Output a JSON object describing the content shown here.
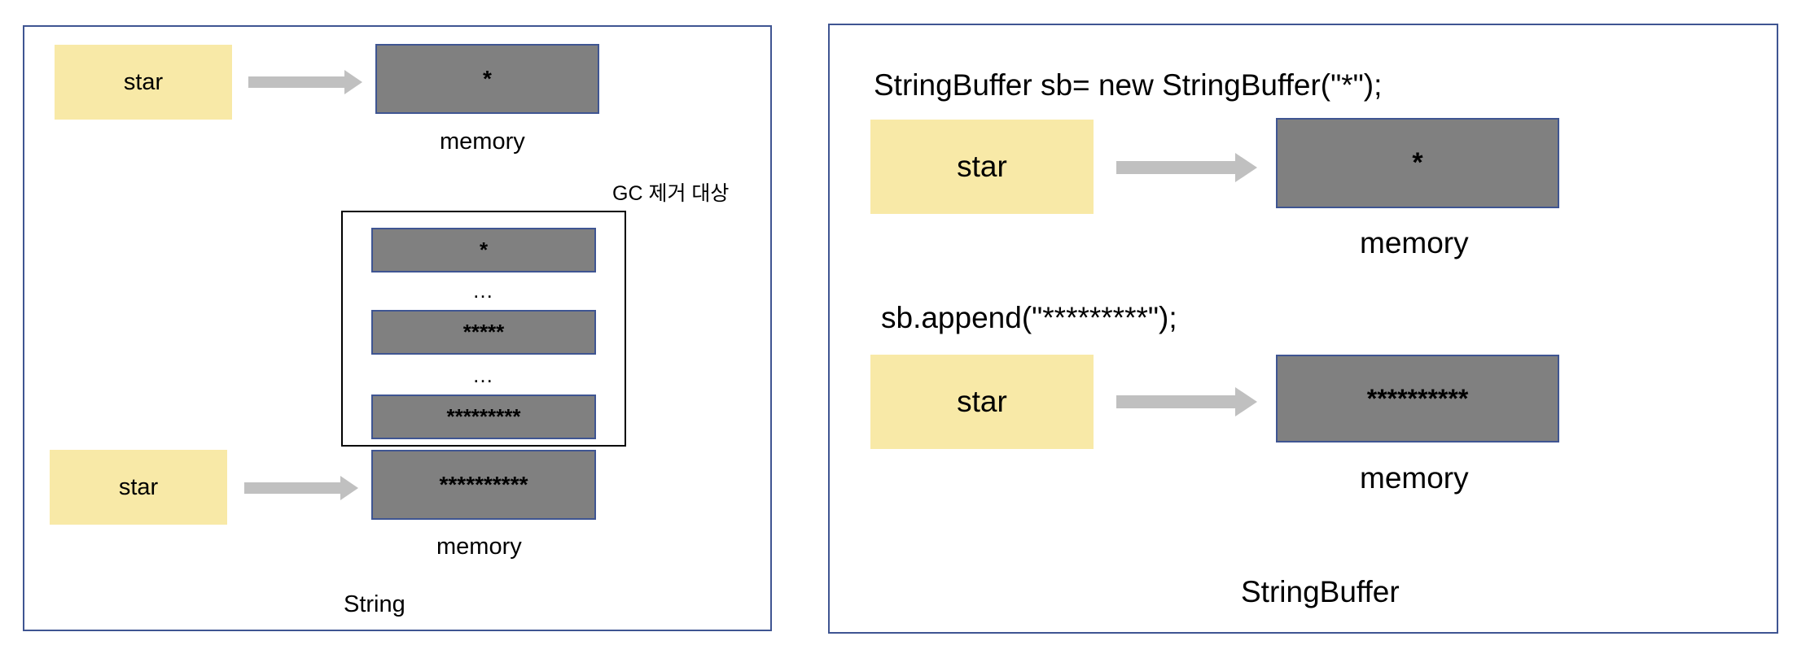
{
  "colors": {
    "panel_border": "#3f5592",
    "variable_fill": "#f8e9a7",
    "memory_fill": "#808080",
    "memory_border": "#3f5592",
    "arrow_fill": "#c0c0c0"
  },
  "string_panel": {
    "caption": "String",
    "top_variable": "star",
    "top_memory": "*",
    "top_memory_label": "memory",
    "gc_label": "GC 제거 대상",
    "gc_blocks": [
      "*",
      "…",
      "*****",
      "…",
      "*********"
    ],
    "bottom_variable": "star",
    "bottom_memory": "**********",
    "bottom_memory_label": "memory"
  },
  "stringbuffer_panel": {
    "caption": "StringBuffer",
    "code_line_1": "StringBuffer sb= new StringBuffer(\"*\");",
    "variable_1": "star",
    "memory_1": "*",
    "memory_1_label": "memory",
    "code_line_2": "sb.append(\"*********\");",
    "variable_2": "star",
    "memory_2": "**********",
    "memory_2_label": "memory"
  }
}
